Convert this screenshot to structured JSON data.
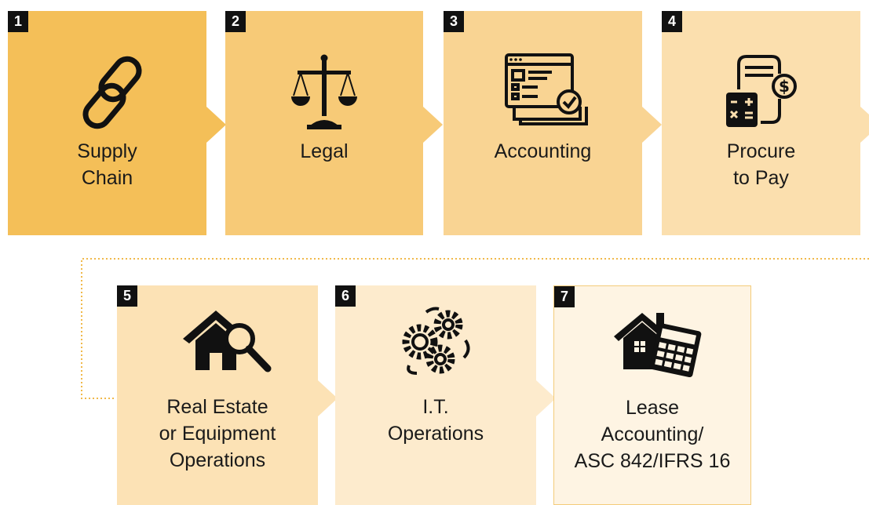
{
  "steps": [
    {
      "number": "1",
      "label": "Supply\nChain",
      "icon": "chain-link-icon",
      "color": "#f4bf58"
    },
    {
      "number": "2",
      "label": "Legal",
      "icon": "scales-of-justice-icon",
      "color": "#f7ca77"
    },
    {
      "number": "3",
      "label": "Accounting",
      "icon": "accounting-screen-icon",
      "color": "#f9d493"
    },
    {
      "number": "4",
      "label": "Procure\nto Pay",
      "icon": "invoice-calculator-icon",
      "color": "#fbdfae"
    },
    {
      "number": "5",
      "label": "Real Estate\nor Equipment\nOperations",
      "icon": "house-search-icon",
      "color": "#fce2b5"
    },
    {
      "number": "6",
      "label": "I.T.\nOperations",
      "icon": "gears-icon",
      "color": "#fdebcd"
    },
    {
      "number": "7",
      "label": "Lease\nAccounting/\nASC 842/IFRS 16",
      "icon": "house-calculator-icon",
      "color": "#fef4e3"
    }
  ]
}
